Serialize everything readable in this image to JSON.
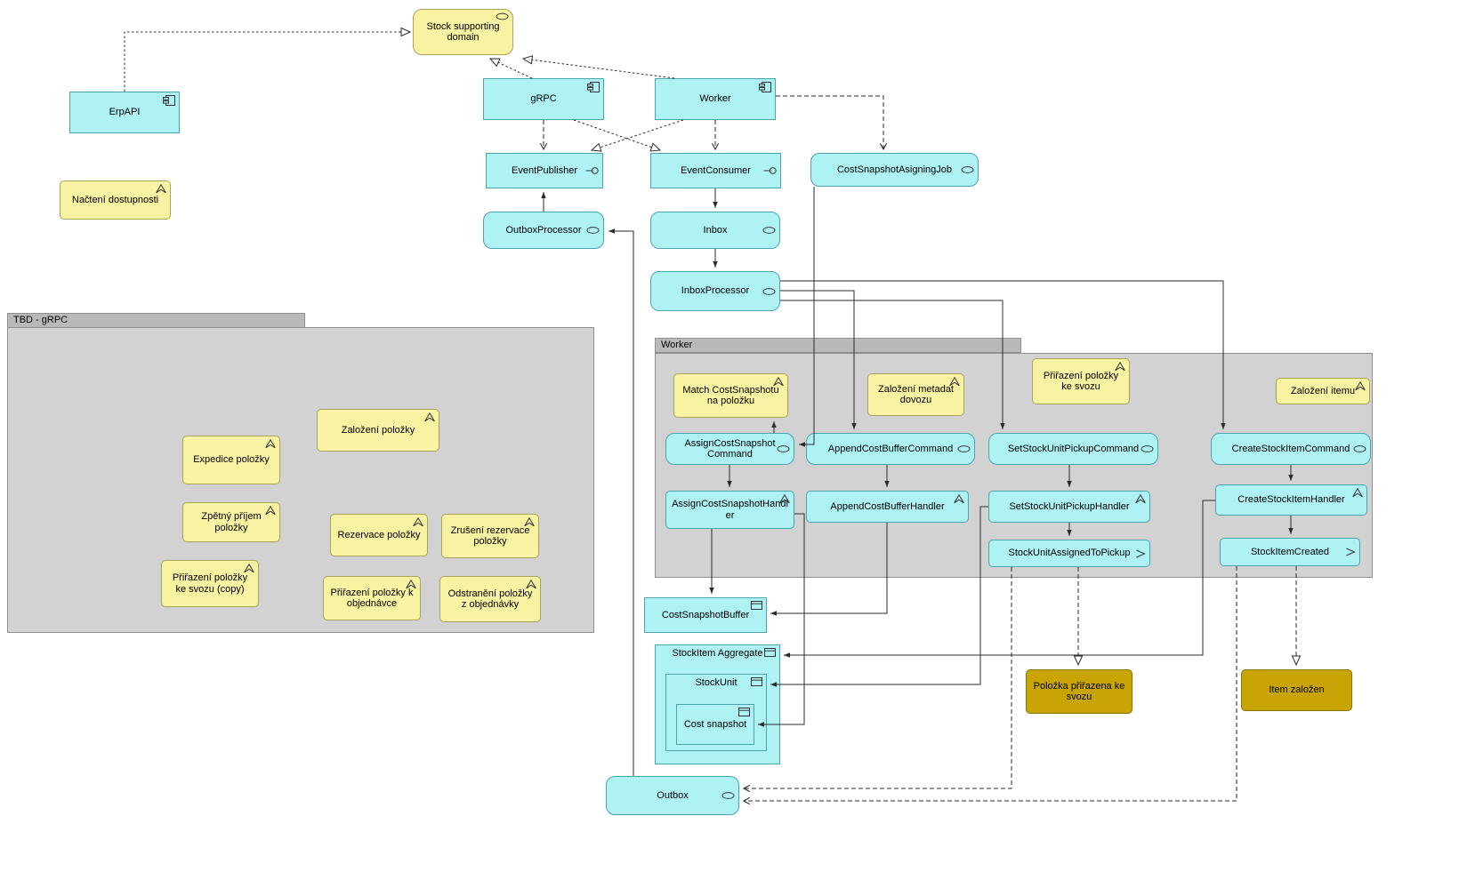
{
  "groups": {
    "tbd_grpc": {
      "label": "TBD - gRPC"
    },
    "worker": {
      "label": "Worker"
    }
  },
  "nodes": {
    "stock_supporting_domain": {
      "label": "Stock supporting domain"
    },
    "erp_api": {
      "label": "ErpAPI"
    },
    "grpc": {
      "label": "gRPC"
    },
    "worker": {
      "label": "Worker"
    },
    "nacteni_dostupnosti": {
      "label": "Načtení dostupnosti"
    },
    "event_publisher": {
      "label": "EventPublisher"
    },
    "event_consumer": {
      "label": "EventConsumer"
    },
    "cost_snapshot_asigning_job": {
      "label": "CostSnapshotAsigningJob"
    },
    "outbox_processor": {
      "label": "OutboxProcessor"
    },
    "inbox": {
      "label": "Inbox"
    },
    "inbox_processor": {
      "label": "InboxProcessor"
    },
    "zalozeni_polozky": {
      "label": "Založení položky"
    },
    "expedice_polozky": {
      "label": "Expedice položky"
    },
    "zpetny_prijem_polozky": {
      "label": "Zpětný příjem položky"
    },
    "rezervace_polozky": {
      "label": "Rezervace položky"
    },
    "zruseni_rezervace_polozky": {
      "label": "Zrušení rezervace položky"
    },
    "prirazeni_polozky_ke_svozu_copy": {
      "label": "Přiřazení položky ke svozu (copy)"
    },
    "prirazeni_polozky_k_objednavce": {
      "label": "Přiřazení položky k objednávce"
    },
    "odstraneni_polozky_z_objednavky": {
      "label": "Odstranění položky z objednávky"
    },
    "match_costsnapshotu_na_polozku": {
      "label": "Match CostSnapshotu na položku"
    },
    "zalozeni_metadat_dovozu": {
      "label": "Založení metadat dovozu"
    },
    "prirazeni_polozky_ke_svozu": {
      "label": "Přiřazení položky ke svozu"
    },
    "zalozeni_itemu": {
      "label": "Založení itemu"
    },
    "assign_cost_snapshot_command": {
      "label": "AssignCostSnapshot Command"
    },
    "append_cost_buffer_command": {
      "label": "AppendCostBufferCommand"
    },
    "set_stock_unit_pickup_command": {
      "label": "SetStockUnitPickupCommand"
    },
    "create_stock_item_command": {
      "label": "CreateStockItemCommand"
    },
    "assign_cost_snapshot_handler": {
      "label": "AssignCostSnapshotHandler"
    },
    "append_cost_buffer_handler": {
      "label": "AppendCostBufferHandler"
    },
    "set_stock_unit_pickup_handler": {
      "label": "SetStockUnitPickupHandler"
    },
    "create_stock_item_handler": {
      "label": "CreateStockItemHandler"
    },
    "stock_unit_assigned_to_pickup": {
      "label": "StockUnitAssignedToPickup"
    },
    "stock_item_created": {
      "label": "StockItemCreated"
    },
    "cost_snapshot_buffer": {
      "label": "CostSnapshotBuffer"
    },
    "stockitem_aggregate": {
      "label": "StockItem Aggregate"
    },
    "stock_unit": {
      "label": "StockUnit"
    },
    "cost_snapshot": {
      "label": "Cost snapshot"
    },
    "polozka_prirazena_ke_svozu": {
      "label": "Položka přiřazena ke svozu"
    },
    "item_zalozen": {
      "label": "Item založen"
    },
    "outbox": {
      "label": "Outbox"
    }
  },
  "colors": {
    "application_fill": "#AEF2F4",
    "application_border": "#4AA3AD",
    "business_fill": "#F8F2A3",
    "business_border": "#A9A35B",
    "business_event_fill": "#C8A504",
    "business_event_border": "#8A7300",
    "group_fill": "#D2D2D2",
    "group_tab_fill": "#B9B9B9",
    "connector": "#2b2b2b"
  },
  "edges": [
    {
      "from": "erp_api",
      "to": "stock_supporting_domain",
      "type": "realization"
    },
    {
      "from": "grpc",
      "to": "stock_supporting_domain",
      "type": "realization"
    },
    {
      "from": "worker",
      "to": "stock_supporting_domain",
      "type": "realization"
    },
    {
      "from": "grpc",
      "to": "event_consumer",
      "type": "realization"
    },
    {
      "from": "worker",
      "to": "event_publisher",
      "type": "realization"
    },
    {
      "from": "grpc",
      "to": "event_publisher",
      "type": "dependency"
    },
    {
      "from": "worker",
      "to": "event_consumer",
      "type": "dependency"
    },
    {
      "from": "worker",
      "to": "cost_snapshot_asigning_job",
      "type": "dependency"
    },
    {
      "from": "outbox_processor",
      "to": "event_publisher",
      "type": "flow"
    },
    {
      "from": "event_consumer",
      "to": "inbox",
      "type": "flow"
    },
    {
      "from": "inbox",
      "to": "inbox_processor",
      "type": "flow"
    },
    {
      "from": "outbox",
      "to": "outbox_processor",
      "type": "flow"
    },
    {
      "from": "inbox_processor",
      "to": "create_stock_item_command",
      "type": "flow"
    },
    {
      "from": "inbox_processor",
      "to": "append_cost_buffer_command",
      "type": "flow"
    },
    {
      "from": "inbox_processor",
      "to": "set_stock_unit_pickup_command",
      "type": "flow"
    },
    {
      "from": "cost_snapshot_asigning_job",
      "to": "assign_cost_snapshot_command",
      "type": "flow"
    },
    {
      "from": "assign_cost_snapshot_command",
      "to": "match_costsnapshotu_na_polozku",
      "type": "flow"
    },
    {
      "from": "assign_cost_snapshot_command",
      "to": "assign_cost_snapshot_handler",
      "type": "flow"
    },
    {
      "from": "append_cost_buffer_command",
      "to": "append_cost_buffer_handler",
      "type": "flow"
    },
    {
      "from": "set_stock_unit_pickup_command",
      "to": "set_stock_unit_pickup_handler",
      "type": "flow"
    },
    {
      "from": "create_stock_item_command",
      "to": "create_stock_item_handler",
      "type": "flow"
    },
    {
      "from": "set_stock_unit_pickup_handler",
      "to": "stock_unit_assigned_to_pickup",
      "type": "flow"
    },
    {
      "from": "create_stock_item_handler",
      "to": "stock_item_created",
      "type": "flow"
    },
    {
      "from": "assign_cost_snapshot_handler",
      "to": "cost_snapshot_buffer",
      "type": "access"
    },
    {
      "from": "append_cost_buffer_handler",
      "to": "cost_snapshot_buffer",
      "type": "access"
    },
    {
      "from": "set_stock_unit_pickup_handler",
      "to": "stock_unit",
      "type": "access"
    },
    {
      "from": "create_stock_item_handler",
      "to": "stockitem_aggregate",
      "type": "access"
    },
    {
      "from": "assign_cost_snapshot_handler",
      "to": "cost_snapshot",
      "type": "access"
    },
    {
      "from": "stock_unit_assigned_to_pickup",
      "to": "outbox",
      "type": "dependency"
    },
    {
      "from": "stock_item_created",
      "to": "outbox",
      "type": "dependency"
    },
    {
      "from": "stock_unit_assigned_to_pickup",
      "to": "polozka_prirazena_ke_svozu",
      "type": "realization"
    },
    {
      "from": "stock_item_created",
      "to": "item_zalozen",
      "type": "realization"
    }
  ]
}
